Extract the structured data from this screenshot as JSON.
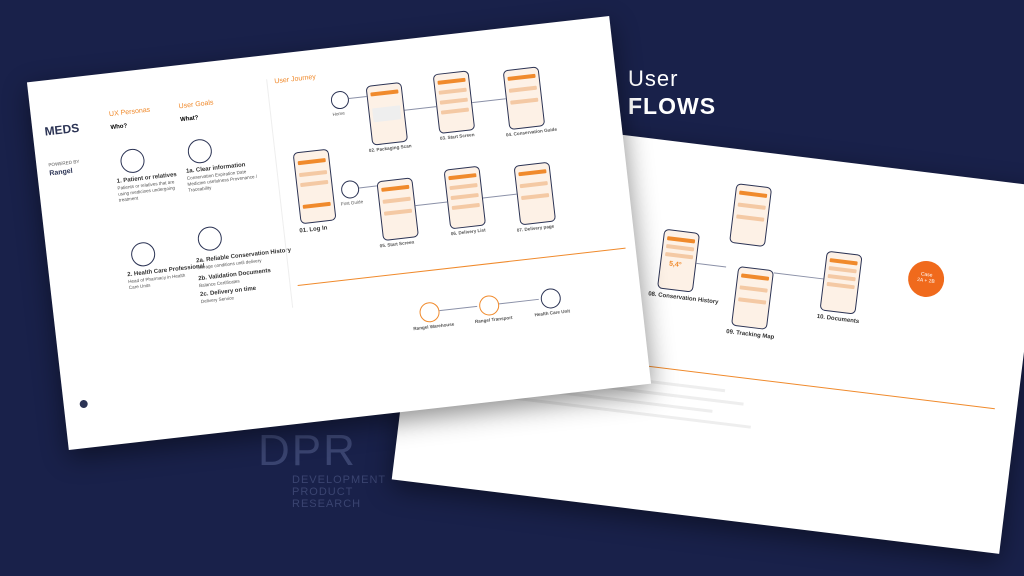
{
  "headline": {
    "line1": "User",
    "line2": "FLOWS"
  },
  "dpr": {
    "big": "DPR",
    "lines": [
      "DEVELOPMENT",
      "PRODUCT",
      "RESEARCH"
    ]
  },
  "front_board": {
    "logo": "MEDS",
    "powered_by": "POWERED BY",
    "partner": "Rangel",
    "section_personas": "UX Personas",
    "section_goals": "User Goals",
    "section_journey": "User Journey",
    "who": "Who?",
    "what": "What?",
    "personas": [
      {
        "title": "1. Patient or relatives",
        "desc": "Patients or relatives that are using medicines undergoing treatment"
      },
      {
        "title": "2. Health Care Professional",
        "desc": "Head of Pharmacy in Health Care Units"
      }
    ],
    "goals": [
      {
        "title": "1a. Clear information",
        "desc": "Conservation  Expiration Date  Medicine usefulness  Provenance / Traceability"
      },
      {
        "title": "2a. Reliable Conservation History",
        "desc": "Storage conditions until delivery"
      },
      {
        "title": "2b. Validation Documents",
        "desc": "Balance Certificates"
      },
      {
        "title": "2c. Delivery on time",
        "desc": "Delivery Service"
      }
    ],
    "journey_labels": [
      "Home",
      "First Guide",
      "01. Log In",
      "02. Packaging Scan",
      "03. Start Screen",
      "04. Conservation Guide",
      "05. Start Screen",
      "06. Delivery List",
      "07. Delivery page"
    ],
    "bottom_steps": [
      "Rangel Warehouse",
      "Rangel Transport",
      "Health Care Unit"
    ]
  },
  "back_board": {
    "badge_top": "Case",
    "badge_bottom": "2A + 2B",
    "screens": [
      "08. Conservation History",
      "09. Tracking Map",
      "10. Documents"
    ],
    "readout": "5,4°"
  },
  "colors": {
    "background": "#19214a",
    "accent": "#f08a2c",
    "badge": "#f06a1c"
  }
}
